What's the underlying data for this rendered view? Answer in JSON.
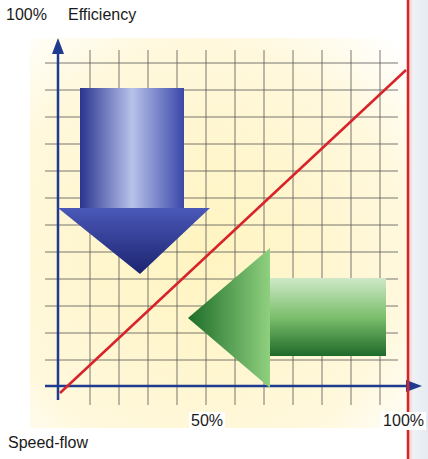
{
  "diagram": {
    "labels": [
      "100%",
      "Efficiency",
      "50%",
      "100%",
      "Speed-flow"
    ]
  }
}
